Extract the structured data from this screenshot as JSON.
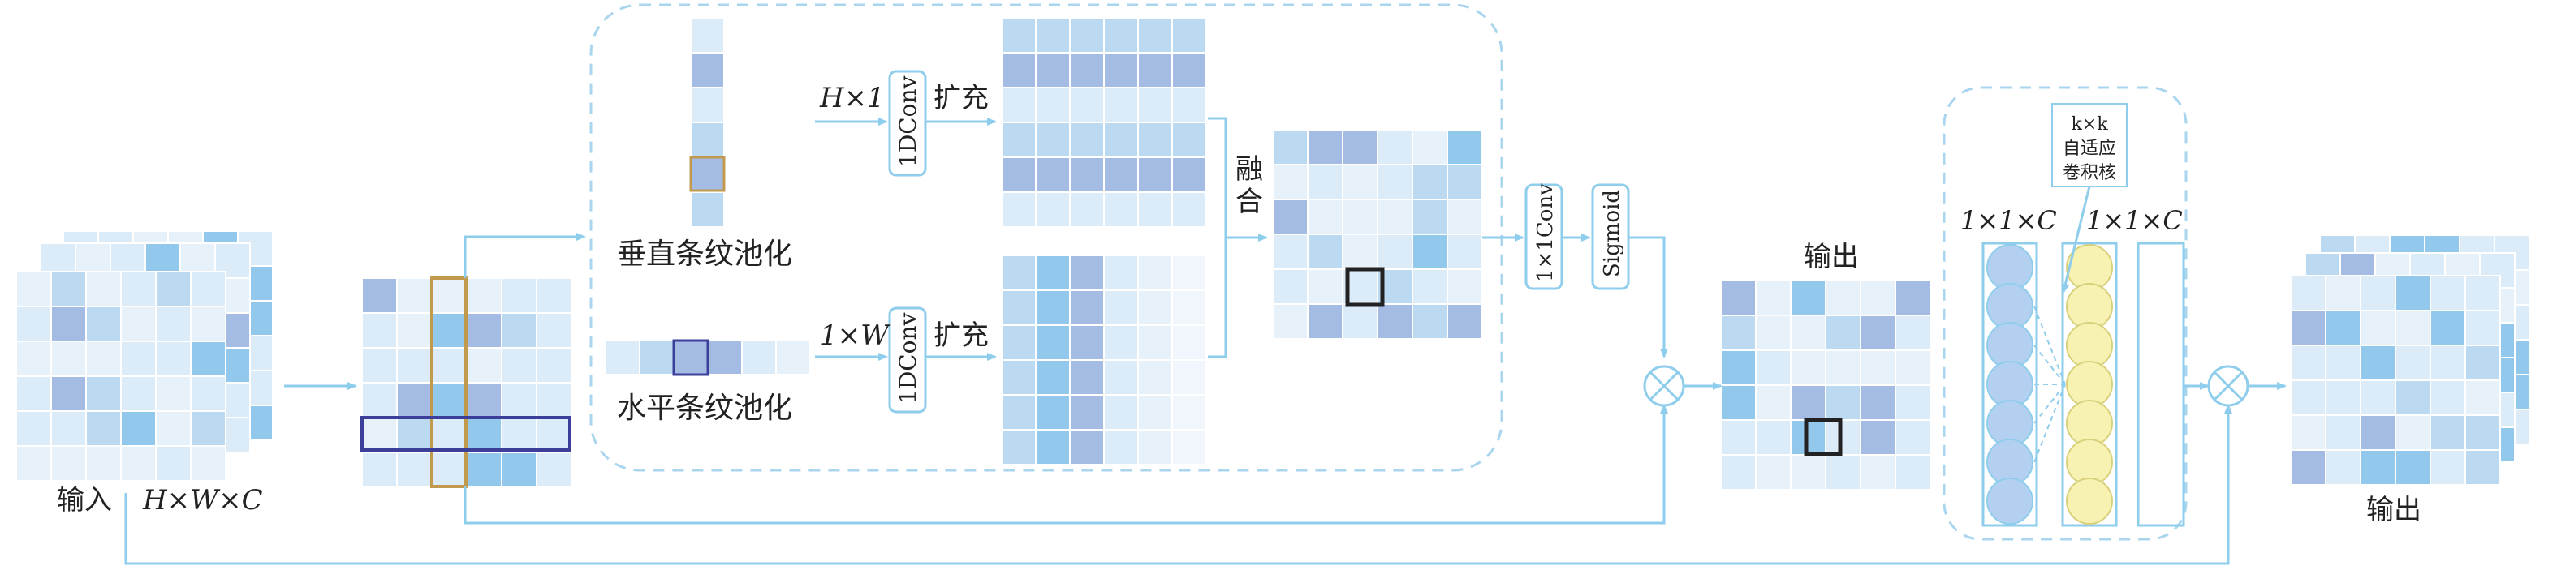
{
  "colors": {
    "arrow": "#8ECDEB",
    "dash_border": "#A9D6EE",
    "cell_light": "#DCEBF8",
    "cell_mid": "#BCD9F2",
    "cell_dark": "#A4BCE4",
    "cell_deep": "#92C8EC",
    "highlight_vertical": "#C19A4E",
    "highlight_horizontal": "#3B3F9A",
    "circle_blue": "#B4D0F0",
    "circle_yellow": "#F7F1B2",
    "circle_yellow_border": "#D9D07B"
  },
  "labels": {
    "input": "输入",
    "input_dims": "H×W×C",
    "vertical_pooling": "垂直条纹池化",
    "horizontal_pooling": "水平条纹池化",
    "h_by_1": "H×1",
    "one_by_w": "1×W",
    "conv1d_top": "1DConv",
    "conv1d_bottom": "1DConv",
    "expand_top": "扩充",
    "expand_bottom": "扩充",
    "fuse": "融合",
    "conv1x1": "1×1Conv",
    "sigmoid": "Sigmoid",
    "output_mid": "输出",
    "kernel_line1": "k×k",
    "kernel_line2": "自适应",
    "kernel_line3": "卷积核",
    "vec_left": "1×1×C",
    "vec_right": "1×1×C",
    "output_final": "输出"
  }
}
